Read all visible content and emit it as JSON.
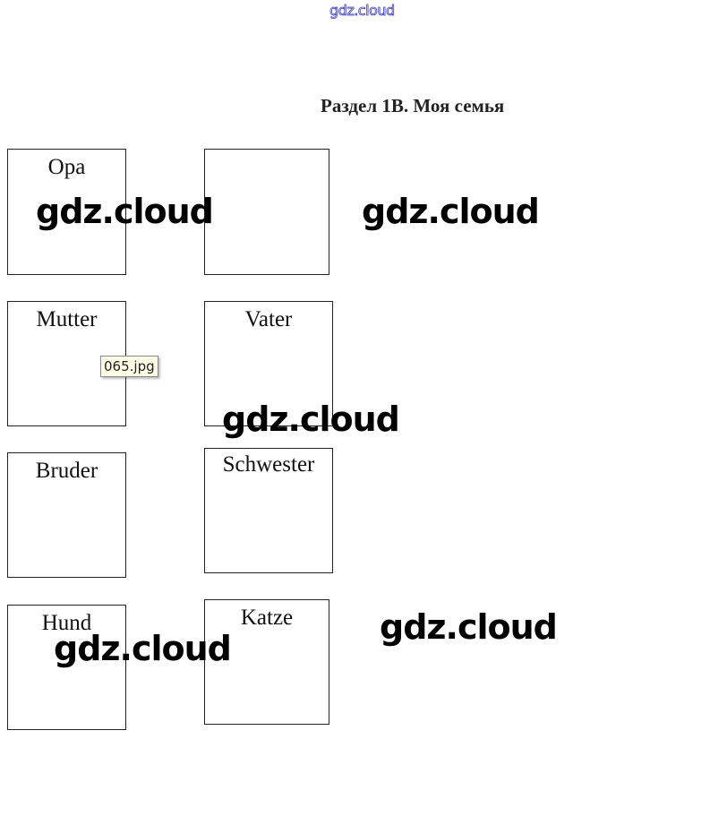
{
  "watermark_top": "gdz.cloud",
  "heading": "Раздел 1B. Моя семья",
  "cards": [
    {
      "label": "Opa"
    },
    {
      "label": ""
    },
    {
      "label": "Mutter"
    },
    {
      "label": "Vater"
    },
    {
      "label": "Bruder"
    },
    {
      "label": "Schwester"
    },
    {
      "label": "Hund"
    },
    {
      "label": "Katze"
    }
  ],
  "watermarks": [
    "gdz.cloud",
    "gdz.cloud",
    "gdz.cloud",
    "gdz.cloud",
    "gdz.cloud"
  ],
  "tooltip": "065.jpg"
}
